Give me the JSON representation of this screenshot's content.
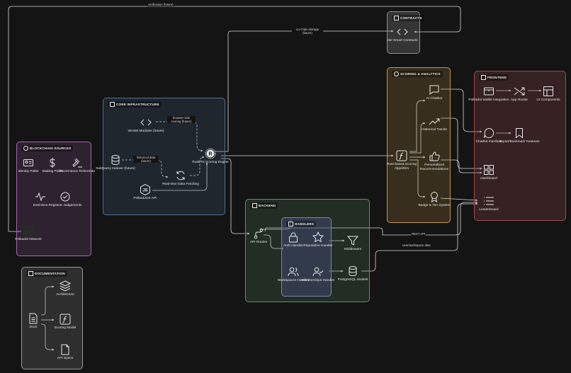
{
  "groups": {
    "blockchain": "BLOCKCHAIN SOURCES",
    "core": "CORE INFRASTRUCTURE",
    "contracts": "CONTRACTS",
    "scoring": "SCORING & ANALYTICS",
    "frontend": "FRONTEND",
    "backend": "BACKEND",
    "handlers": "HANDLERS",
    "documentation": "DOCUMENTATION"
  },
  "nodes": {
    "identity_pallet": "Identity Pallet",
    "staking_pallet": "Staking Pallet",
    "governance": "Governance Referenda",
    "extrinsics": "Extrinsics",
    "registrar": "Registrar Judgements",
    "polkadot_network": "Polkadot Network",
    "wasm": "WASM Modules (future)",
    "subquery": "SubQuery Indexer (future)",
    "realtime": "Real-time Data Fetching",
    "polkadotjs": "PolkadotJS API",
    "rust_engine": "Rust/TS Scoring Engine",
    "ink_contracts": "ink! Smart Contracts",
    "ai_chatbot": "AI Chatbot",
    "historical_trends": "Historical Trends",
    "rust_algorithm": "Rust-based Scoring Algorithm",
    "personalized": "Personalized Recommendations",
    "badge": "Badge & Tier System",
    "wallet": "Polkadot Wallet Integration",
    "app_router": "App Router",
    "ui_components": "UI Components",
    "chatbot_interface": "Chatbot Interface",
    "export": "Export/Bookmark Features",
    "dashboard": "Dashboard",
    "leaderboard": "Leaderboard",
    "api_routes": "API Routes",
    "auth_handler": "Auth Handler",
    "reputation_handler": "Reputation Handler",
    "middleware": "Middleware",
    "workspaces_handler": "Workspaces Handler",
    "memberships_handler": "Memberships Handler",
    "postgres": "PostgreSQL Models",
    "docs": "Docs",
    "architecture": "Architecture",
    "scoring_model": "Scoring Model",
    "api_specs": "API Specs"
  },
  "edge_labels": {
    "verification": "verification (future)",
    "onchain": "on-chain storage (future)",
    "browser_scoring": "browser-side scoring (future)",
    "historical_data": "historical data (future)",
    "rest_api": "REST API",
    "user_workspace": "user/workspace data"
  },
  "colors": {
    "background": "#141414",
    "blockchain": "#a465b0",
    "core": "#4c6f95",
    "contracts": "#8c8c8c",
    "scoring": "#c69543",
    "frontend": "#9b4a4f",
    "backend": "#5b9266",
    "handlers": "#7a83b6",
    "documentation": "#9a9a9a",
    "wire": "#d6d6d6"
  }
}
